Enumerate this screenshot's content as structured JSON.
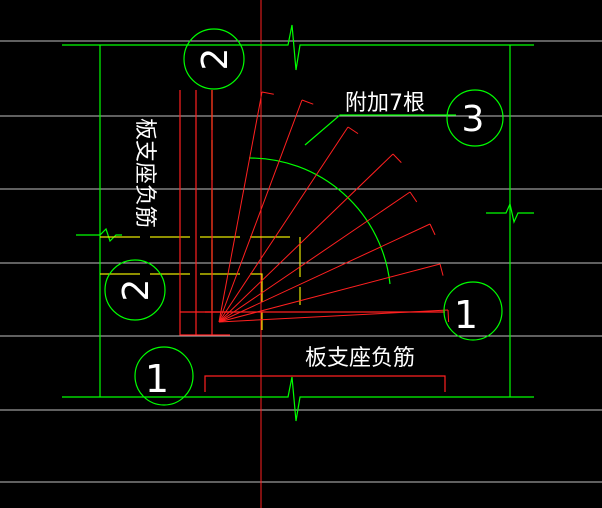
{
  "colors": {
    "background": "#000000",
    "grid": "#c0c0c0",
    "wall": "#00ff00",
    "rebar": "#ff2020",
    "yellow": "#e6e600",
    "text": "#ffffff",
    "bubble": "#00ff00"
  },
  "annotations": {
    "extra_bars": "附加7根",
    "support_negative_vertical": "板支座负筋",
    "support_negative_horizontal": "板支座负筋"
  },
  "bubbles": {
    "top": "2",
    "left": "2",
    "right_upper": "3",
    "right_lower": "1",
    "bottom_left": "1"
  }
}
